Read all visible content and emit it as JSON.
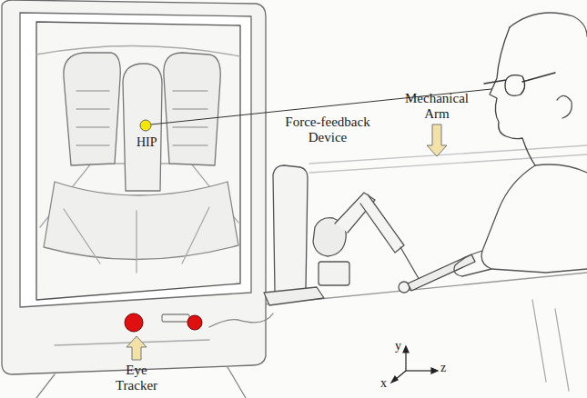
{
  "diagram": {
    "labels": [
      "HIP",
      "Force-feedback Device",
      "Mechanical Arm",
      "Eye Tracker",
      "y",
      "z",
      "x"
    ]
  }
}
